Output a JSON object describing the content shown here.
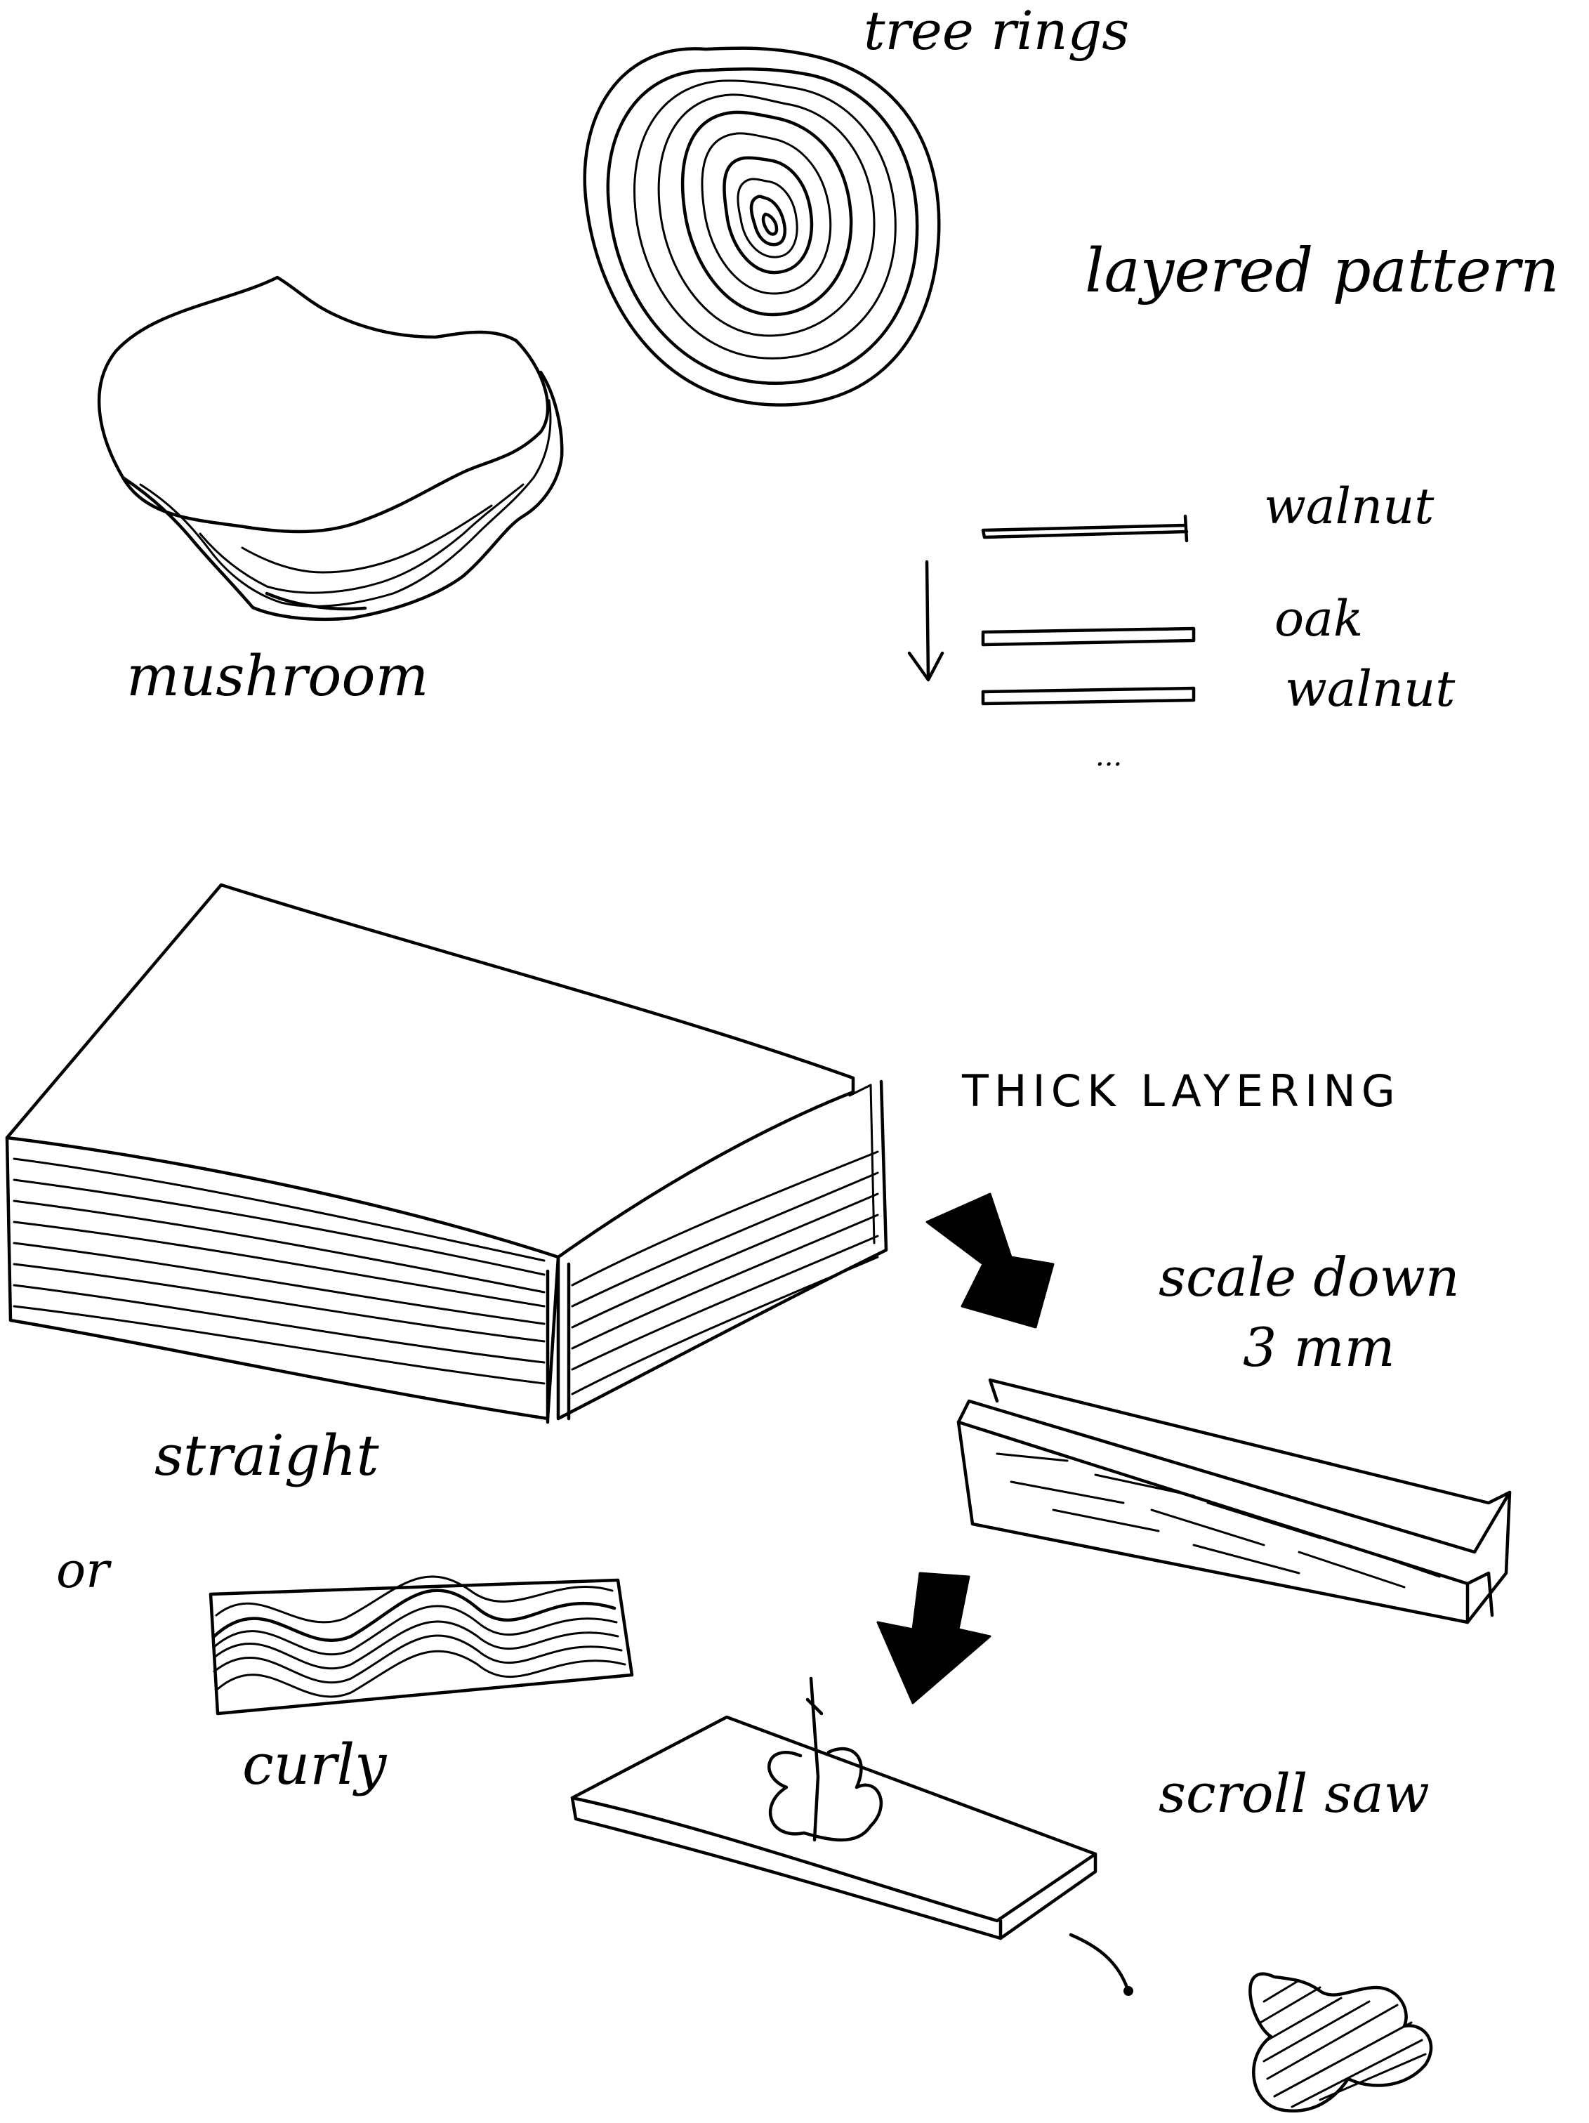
{
  "labels": {
    "tree_rings": "tree rings",
    "layered_pattern": "layered pattern",
    "mushroom": "mushroom",
    "walnut_top": "walnut",
    "oak": "oak",
    "walnut_bottom": "walnut",
    "ellipsis": "...",
    "thick_layering": "THICK LAYERING",
    "scale_down": "scale down",
    "scale_value": "3 mm",
    "straight": "straight",
    "or": "or",
    "curly": "curly",
    "scroll_saw": "scroll saw"
  }
}
